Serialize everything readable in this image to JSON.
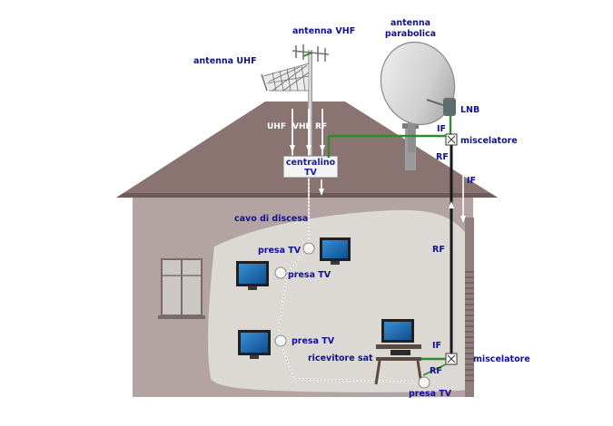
{
  "labels": {
    "antenna_vhf": "antenna VHF",
    "antenna_uhf": "antenna UHF",
    "antenna_parabolica_1": "antenna",
    "antenna_parabolica_2": "parabolica",
    "lnb": "LNB",
    "if_top": "IF",
    "miscelatore_top": "miscelatore",
    "rf_right_top": "RF",
    "if_down": "IF",
    "uhf": "UHF",
    "vhf": "VHF",
    "rf_antenna": "RF",
    "centralino_1": "centralino",
    "centralino_2": "TV",
    "cavo_di_discesa": "cavo di discesa",
    "rf_middle": "RF",
    "presa_tv_1": "presa TV",
    "presa_tv_2": "presa TV",
    "presa_tv_3": "presa TV",
    "presa_tv_4": "presa TV",
    "ricevitore_sat": "ricevitore sat",
    "if_bottom": "IF",
    "rf_bottom": "RF",
    "miscelatore_bottom": "miscelatore"
  },
  "colors": {
    "roof": "#8a7472",
    "wall": "#b3a3a3",
    "wall_light": "#dcd8d4",
    "label_blue": "#1a1aa6",
    "cable_green": "#2e8b2e",
    "cable_black": "#1a1a1a",
    "tv_screen": "#1e6fb5"
  }
}
